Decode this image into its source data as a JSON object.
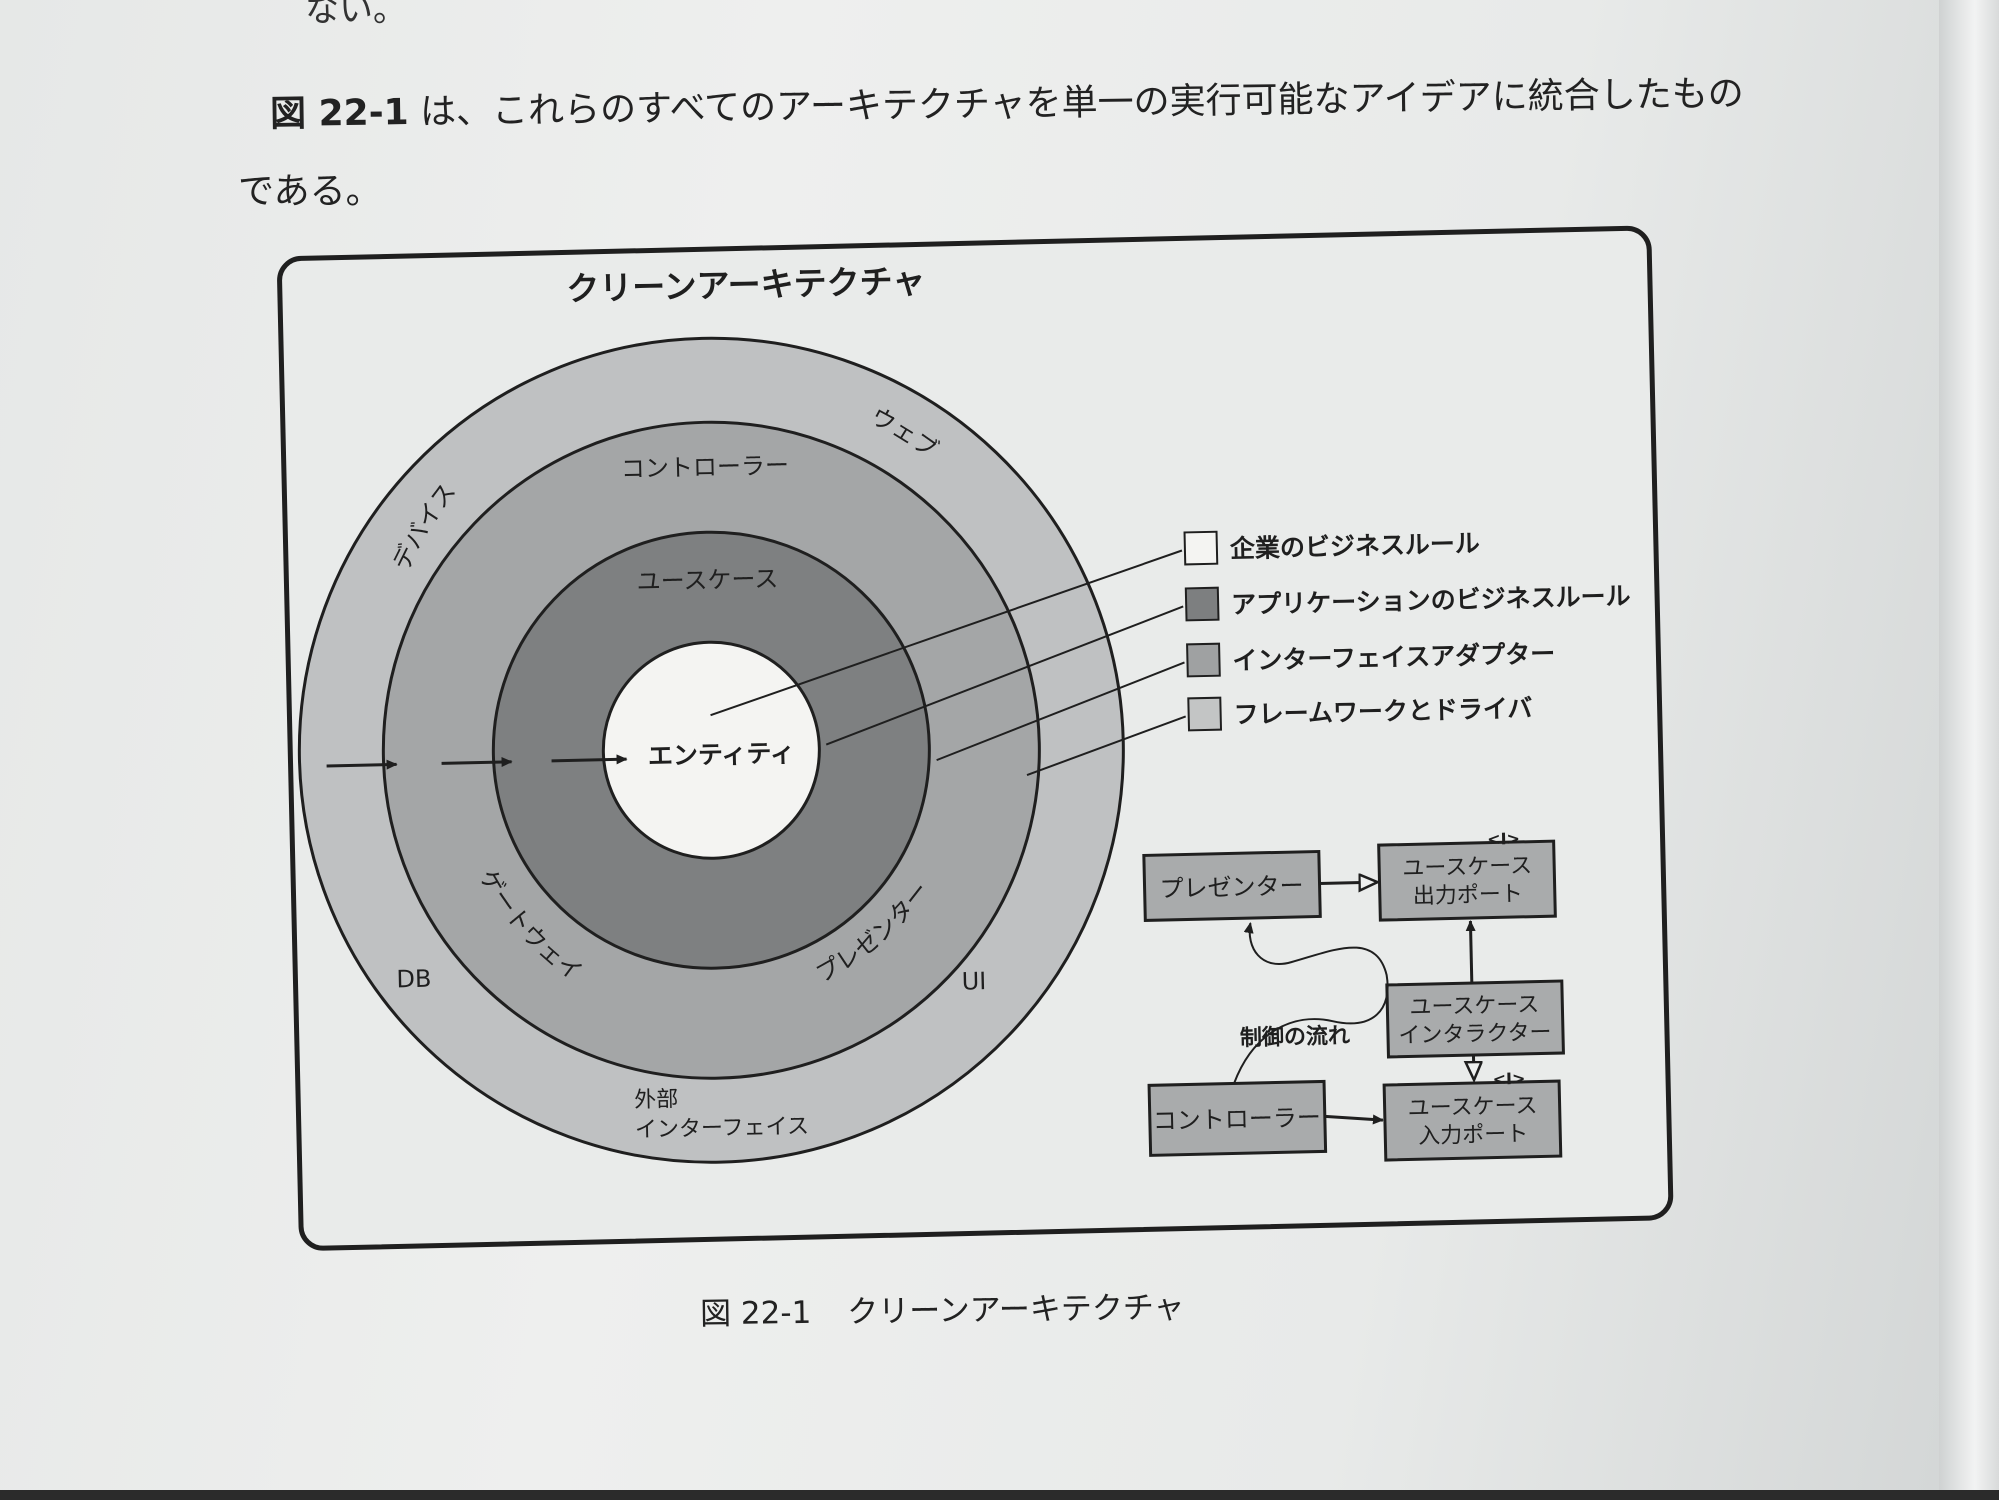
{
  "page": {
    "top_fragment": "ない。",
    "paragraph_ref": "図 22-1",
    "paragraph_line1": "は、これらのすべてのアーキテクチャを単一の実行可能なアイデアに統合したもの",
    "paragraph_line2": "である。"
  },
  "figure": {
    "title": "クリーンアーキテクチャ",
    "ring_labels": {
      "devices": "デバイス",
      "web": "ウェブ",
      "controllers": "コントローラー",
      "use_cases": "ユースケース",
      "entities": "エンティティ",
      "gateways": "ゲートウェイ",
      "presenters": "プレゼンター",
      "db": "DB",
      "ui": "UI",
      "external_interfaces_line1": "外部",
      "external_interfaces_line2": "インターフェイス"
    },
    "legend": [
      {
        "label": "企業のビジネスルール",
        "color": "#f4f4f2"
      },
      {
        "label": "アプリケーションのビジネスルール",
        "color": "#7d7f80"
      },
      {
        "label": "インターフェイスアダプター",
        "color": "#9fa1a2"
      },
      {
        "label": "フレームワークとドライバ",
        "color": "#c3c5c5"
      }
    ],
    "flow": {
      "presenter": "プレゼンター",
      "output_port_line1": "ユースケース",
      "output_port_line2": "出力ポート",
      "interactor_line1": "ユースケース",
      "interactor_line2": "インタラクター",
      "controller": "コントローラー",
      "input_port_line1": "ユースケース",
      "input_port_line2": "入力ポート",
      "interface_marker": "<I>",
      "flow_of_control": "制御の流れ"
    },
    "colors": {
      "outer_ring": "#bfc1c2",
      "adapter_ring": "#a4a6a7",
      "usecase_ring": "#7e8081",
      "entity_core": "#f4f4f2",
      "box_fill": "#a9abac"
    }
  },
  "caption": {
    "number": "図 22-1",
    "title": "クリーンアーキテクチャ"
  }
}
